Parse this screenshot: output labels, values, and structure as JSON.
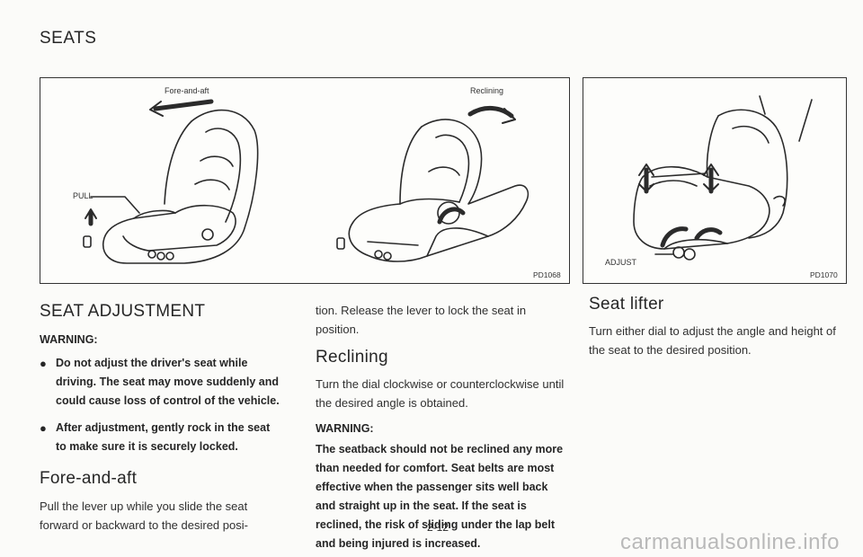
{
  "page": {
    "section_title": "SEATS",
    "page_number": "2-12",
    "watermark": "carmanualsonline.info"
  },
  "figure_left": {
    "label_fore_and_aft": "Fore-and-aft",
    "label_reclining": "Reclining",
    "label_pull": "PULL",
    "code": "PD1068"
  },
  "figure_right": {
    "label_adjust": "ADJUST",
    "code": "PD1070"
  },
  "col1": {
    "heading": "SEAT ADJUSTMENT",
    "warning_label": "WARNING:",
    "bullets": [
      "Do not adjust the driver's seat while driving. The seat may move suddenly and could cause loss of control of the vehicle.",
      "After adjustment, gently rock in the seat to make sure it is securely locked."
    ],
    "subheading": "Fore-and-aft",
    "body": "Pull the lever up while you slide the seat forward or backward to the desired posi-"
  },
  "col2": {
    "continuation": "tion. Release the lever to lock the seat in position.",
    "subheading": "Reclining",
    "body": "Turn the dial clockwise or counterclockwise until the desired angle is obtained.",
    "warning_label": "WARNING:",
    "warning_text": "The seatback should not be reclined any more than needed for comfort. Seat belts are most effective when the passenger sits well back and straight up in the seat. If the seat is reclined, the risk of sliding under the lap belt and being injured is increased."
  },
  "col3": {
    "subheading": "Seat lifter",
    "body": "Turn either dial to adjust the angle and height of the seat to the desired position."
  }
}
